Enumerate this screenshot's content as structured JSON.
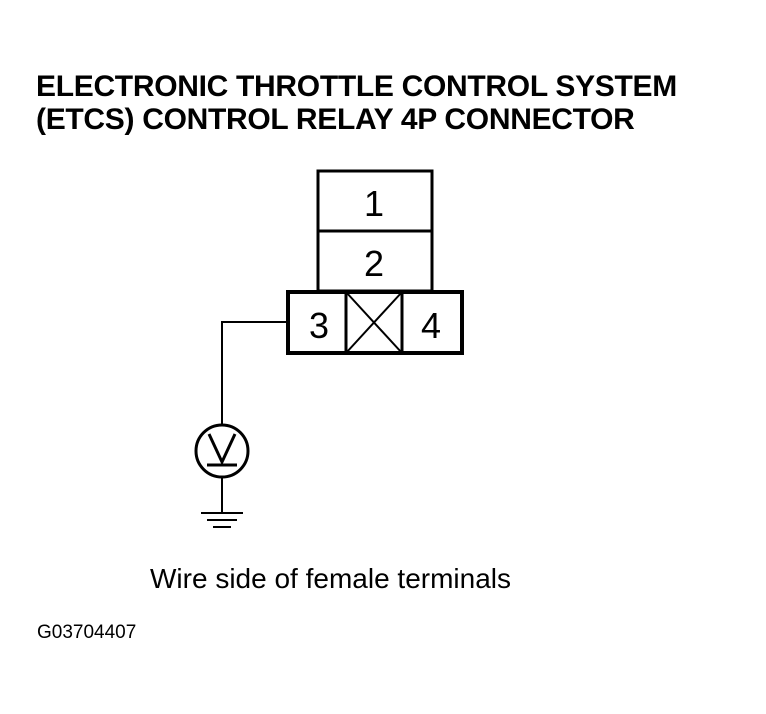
{
  "title": {
    "line1": "ELECTRONIC THROTTLE CONTROL SYSTEM",
    "line2": "(ETCS) CONTROL RELAY 4P CONNECTOR"
  },
  "connector": {
    "terminals": [
      {
        "number": "1"
      },
      {
        "number": "2"
      },
      {
        "number": "3"
      },
      {
        "number": "4"
      }
    ],
    "empty_cavity": "x-mark"
  },
  "meter": {
    "icon": "voltmeter-icon"
  },
  "ground": {
    "icon": "ground-icon"
  },
  "caption": "Wire side of female terminals",
  "figure_id": "G03704407"
}
